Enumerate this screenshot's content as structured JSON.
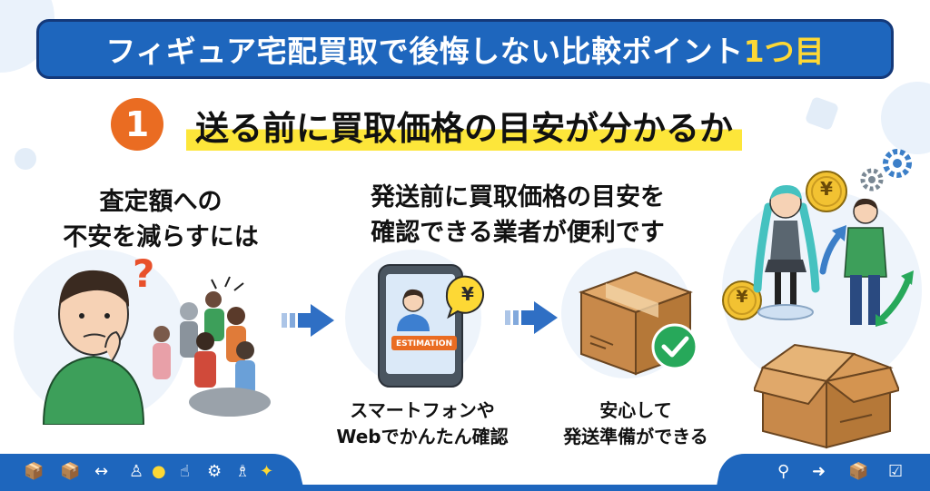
{
  "title": {
    "main": "フィギュア宅配買取で後悔しない比較ポイント",
    "accent": "1つ目"
  },
  "point": {
    "number": "1",
    "heading": "送る前に買取価格の目安が分かるか"
  },
  "left_panel": {
    "heading_line1": "査定額への",
    "heading_line2": "不安を減らすには"
  },
  "middle_panel": {
    "heading_line1": "発送前に買取価格の目安を",
    "heading_line2": "確認できる業者が便利です"
  },
  "phone_step": {
    "badge": "ESTIMATION",
    "yen": "¥",
    "caption_line1": "スマートフォンや",
    "caption_line2": "Webでかんたん確認"
  },
  "box_step": {
    "caption_line1": "安心して",
    "caption_line2": "発送準備ができる"
  },
  "coins": {
    "symbol": "¥"
  },
  "icons": [
    "box-icon",
    "box-icon",
    "arrows-icon",
    "person-icon",
    "yen-coin-icon",
    "pointer-hand-icon",
    "gear-icon",
    "figure-icon",
    "sparkle-icon",
    "magnifier-icon",
    "arrow-right-icon",
    "box-check-icon",
    "checklist-icon"
  ],
  "colors": {
    "banner": "#1e66bd",
    "banner_border": "#14397a",
    "accent_yellow": "#fdd835",
    "badge_orange": "#ea6c22",
    "highlight": "#fde63a",
    "arrow_blue": "#2f6fc4",
    "check_green": "#27a85a"
  }
}
